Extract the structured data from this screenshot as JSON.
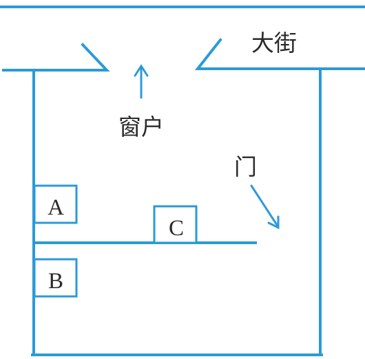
{
  "labels": {
    "street": "大街",
    "window": "窗户",
    "door": "门",
    "box_a": "A",
    "box_b": "B",
    "box_c": "C"
  },
  "colors": {
    "line": "#2b9ad8",
    "text": "#2a2a2a"
  }
}
